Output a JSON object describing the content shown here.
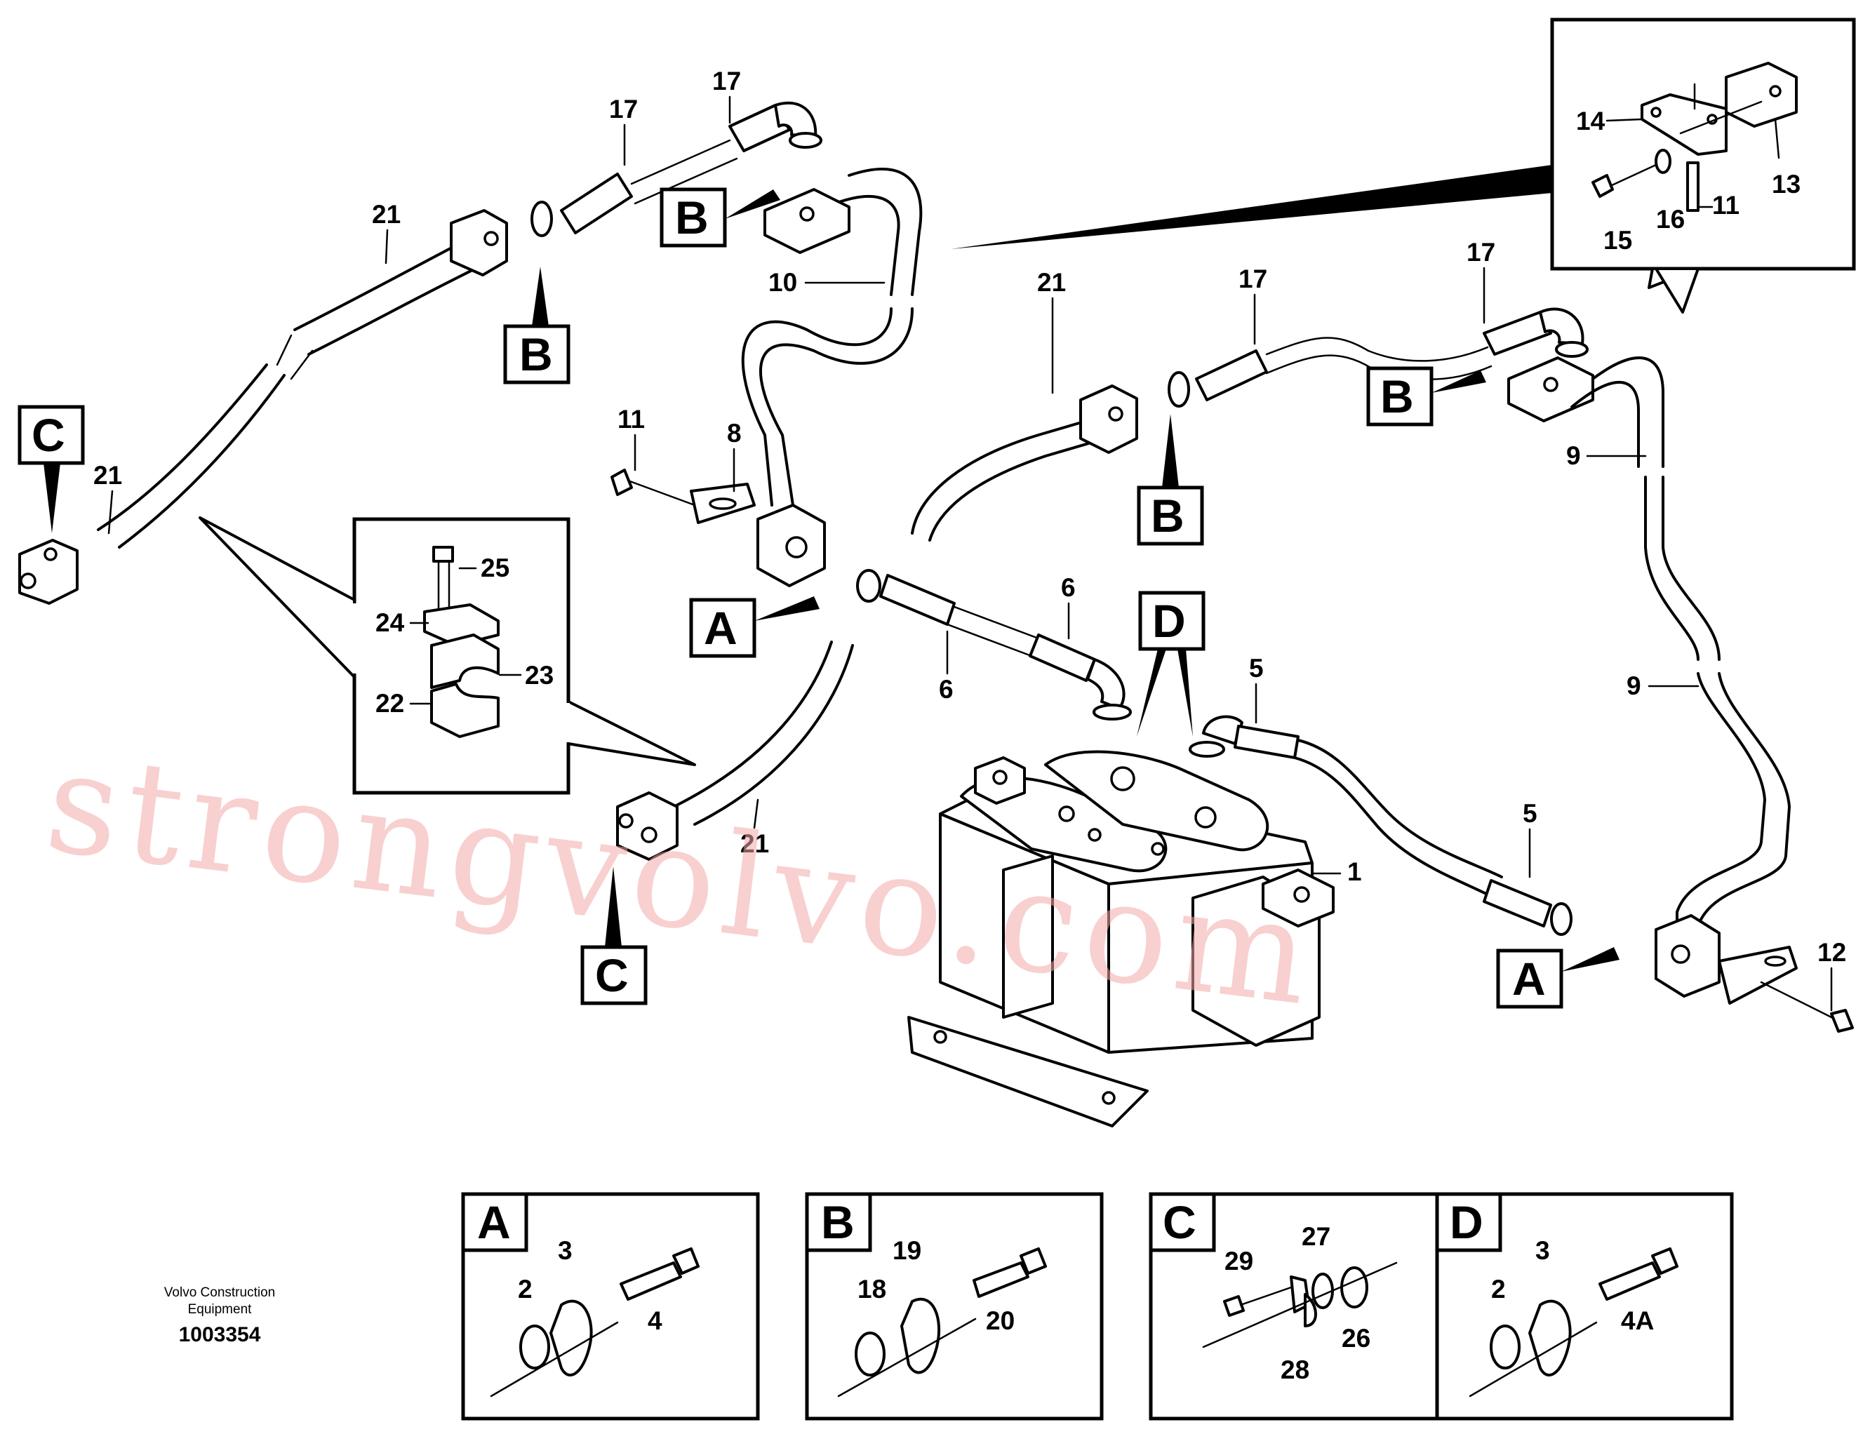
{
  "watermark": "strongvolvo.com",
  "caption": {
    "line1": "Volvo Construction",
    "line2": "Equipment",
    "doc_number": "1003354"
  },
  "view_letters": {
    "a": "A",
    "b": "B",
    "c": "C",
    "d": "D"
  },
  "part_labels": {
    "p1": "1",
    "p2": "2",
    "p3": "3",
    "p4": "4",
    "p4a": "4A",
    "p5": "5",
    "p6": "6",
    "p8": "8",
    "p9": "9",
    "p10": "10",
    "p11": "11",
    "p12": "12",
    "p13": "13",
    "p14": "14",
    "p15": "15",
    "p16": "16",
    "p17": "17",
    "p18": "18",
    "p19": "19",
    "p20": "20",
    "p21": "21",
    "p22": "22",
    "p23": "23",
    "p24": "24",
    "p25": "25",
    "p26": "26",
    "p27": "27",
    "p28": "28",
    "p29": "29"
  },
  "detail_panels": [
    {
      "letter": "A",
      "labels": [
        "2",
        "3",
        "4"
      ]
    },
    {
      "letter": "B",
      "labels": [
        "18",
        "19",
        "20"
      ]
    },
    {
      "letter": "C",
      "labels": [
        "29",
        "27",
        "28",
        "26"
      ]
    },
    {
      "letter": "D",
      "labels": [
        "2",
        "3",
        "4A"
      ]
    }
  ],
  "colors": {
    "line": "#000000",
    "background": "#ffffff",
    "watermark": "#f2a9a9"
  }
}
